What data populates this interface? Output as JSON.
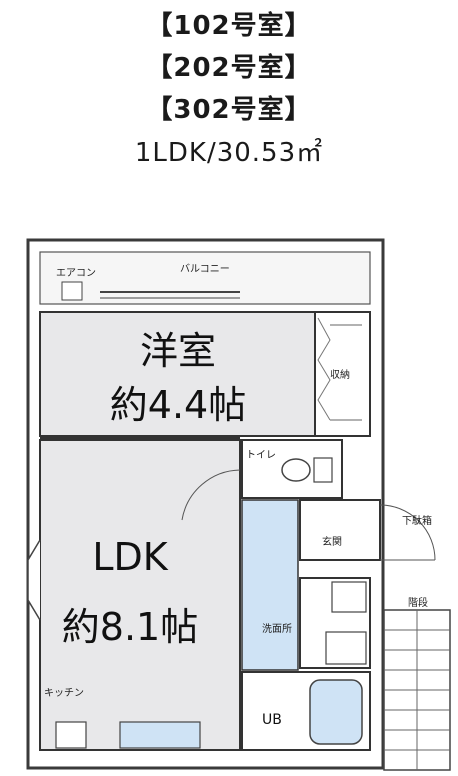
{
  "header": {
    "units": [
      "【102号室】",
      "【202号室】",
      "【302号室】"
    ],
    "area": "1LDK/30.53㎡"
  },
  "floorplan": {
    "rooms": {
      "western_name": "洋室",
      "western_size": "約4.4帖",
      "ldk_name": "LDK",
      "ldk_size": "約8.1帖",
      "toilet": "トイレ",
      "entrance": "玄関",
      "washroom": "洗面所",
      "bath": "UB",
      "balcony": "バルコニー",
      "storage": "収納",
      "ac_unit": "エアコン",
      "shoe_box": "下駄箱",
      "stairs": "階段",
      "kitchen": "キッチン"
    }
  },
  "colors": {
    "wall": "#3a3a3a",
    "floor": "#e8e8ea",
    "accent": "#cfe3f5"
  }
}
